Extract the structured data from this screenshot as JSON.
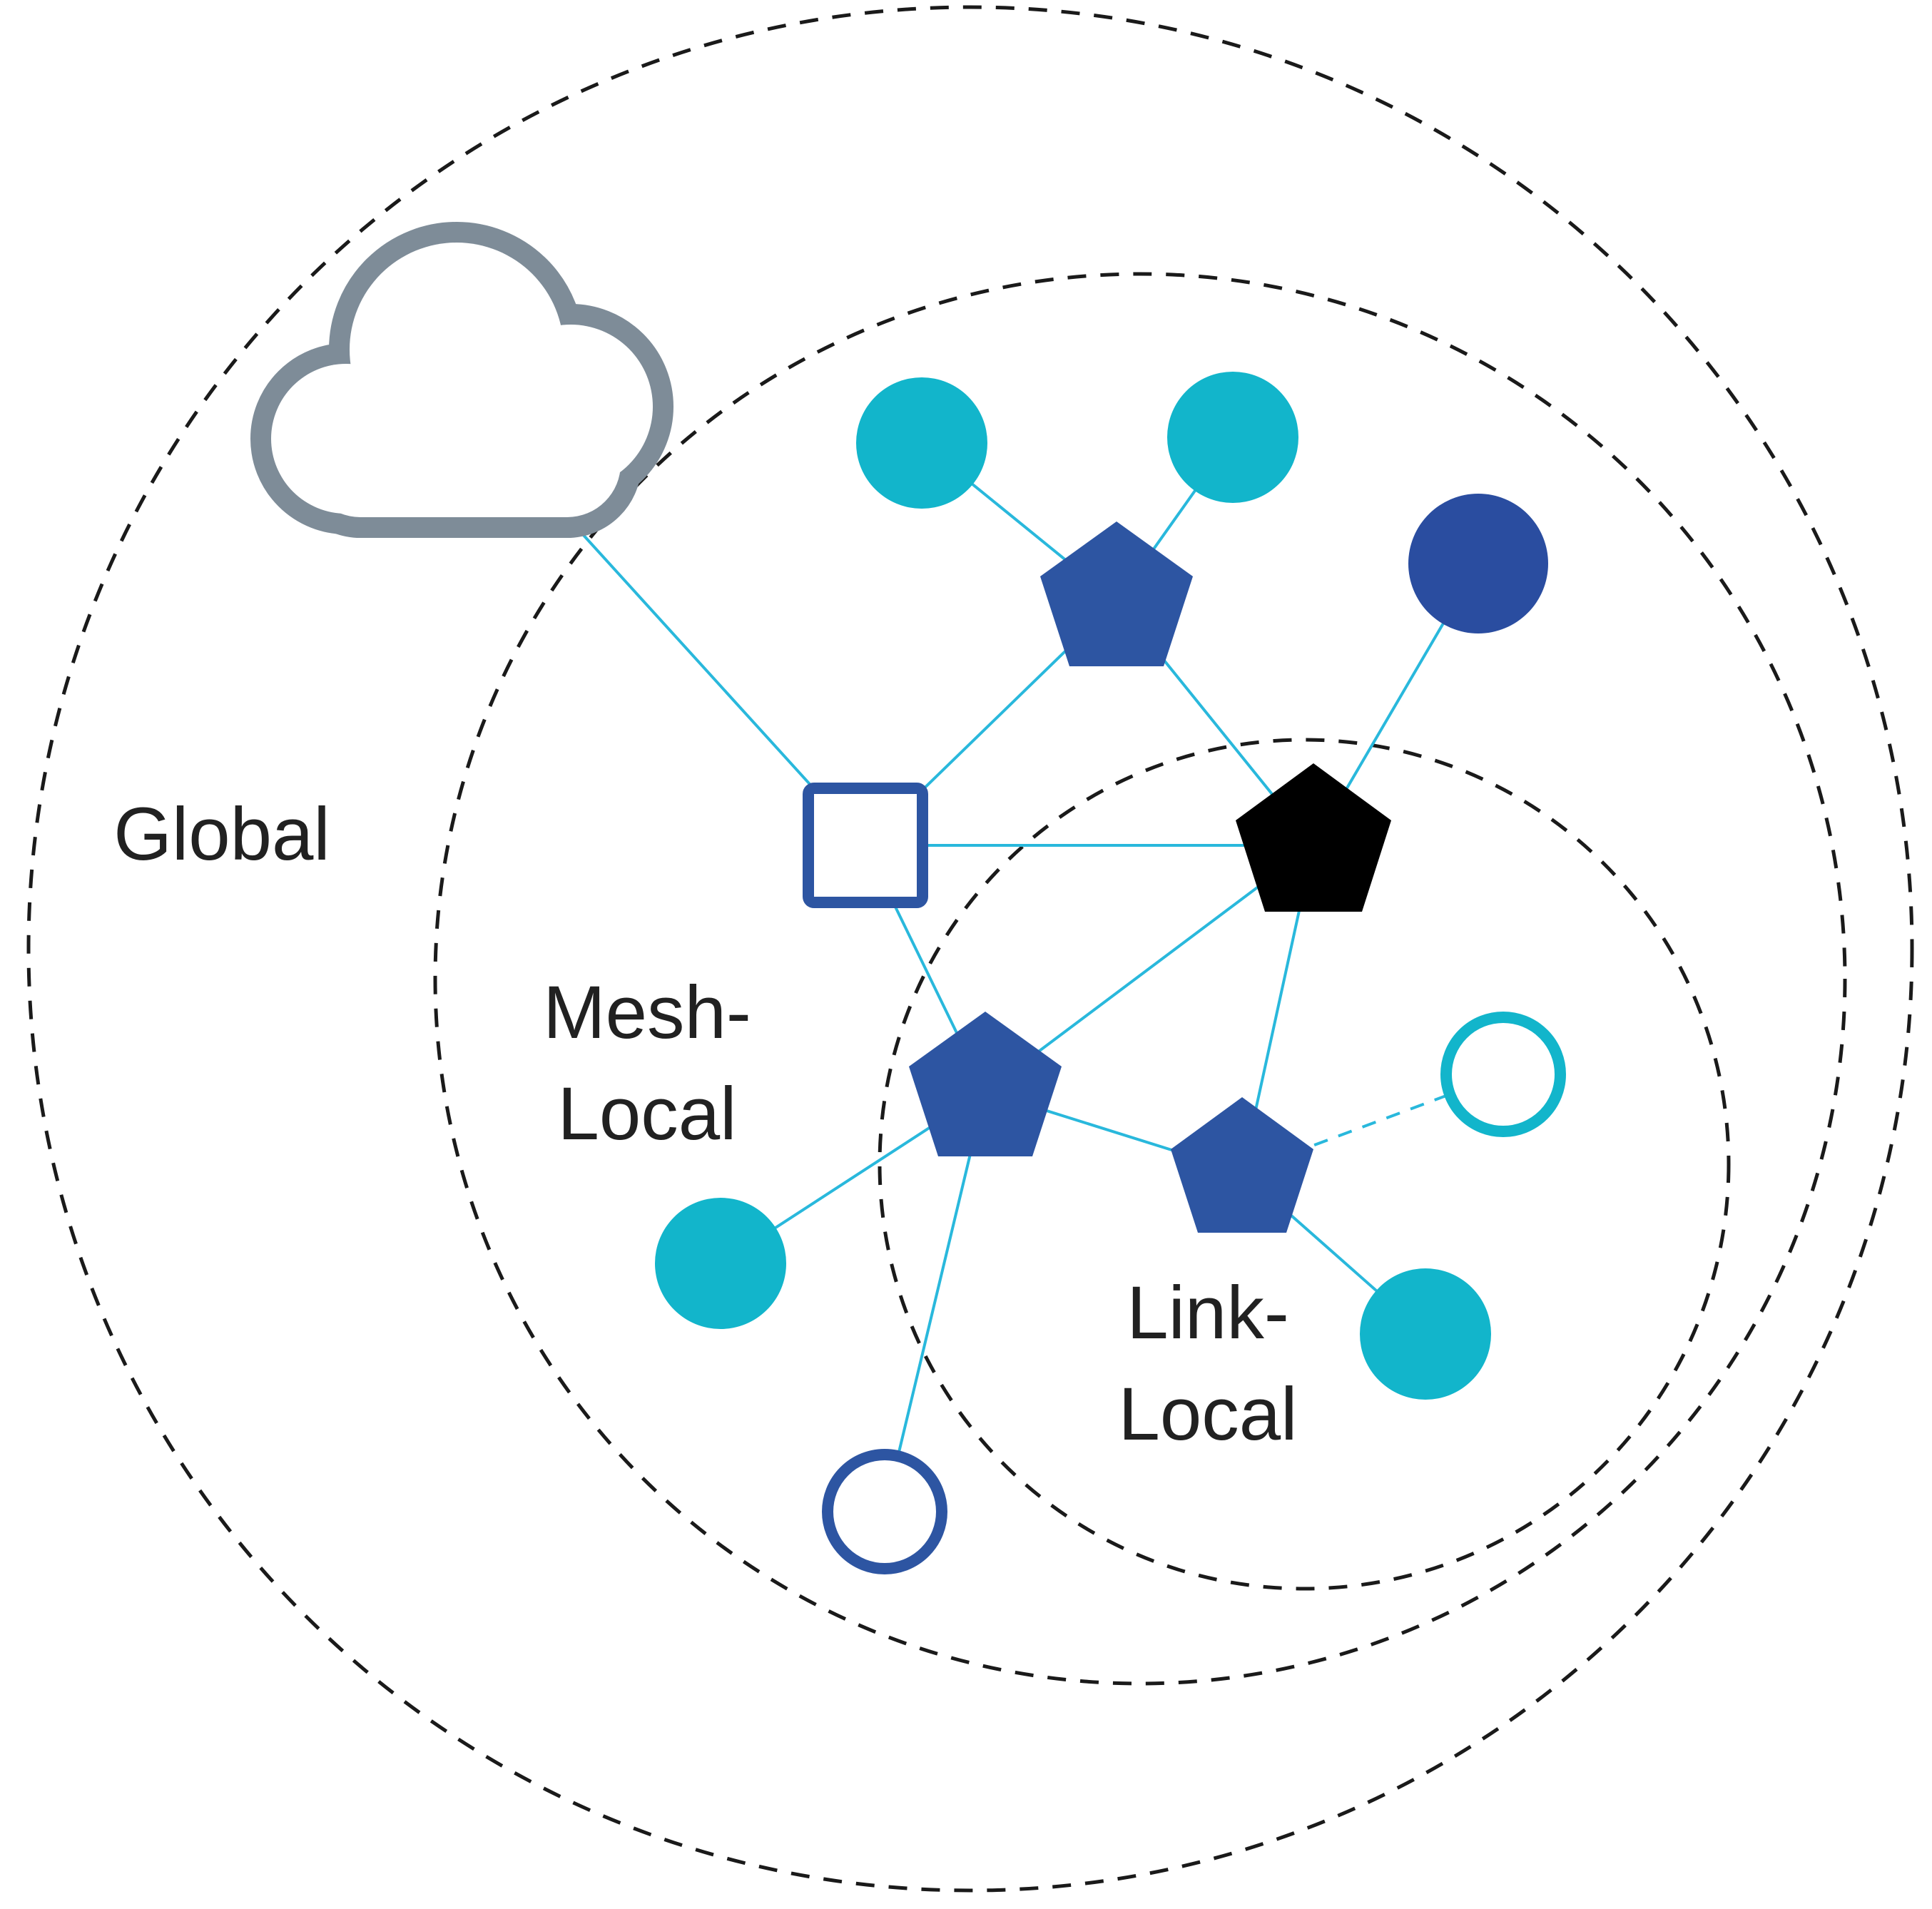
{
  "scopes": {
    "global": {
      "label": "Global"
    },
    "mesh_local": {
      "line1": "Mesh-",
      "line2": "Local"
    },
    "link_local": {
      "line1": "Link-",
      "line2": "Local"
    }
  },
  "colors": {
    "background": "#ffffff",
    "scope_ring": "#1a1a1a",
    "edge": "#29b8dc",
    "cloud_gray": "#7e8c98",
    "router_blue": "#2d55a2",
    "leader_black": "#000000",
    "device_cyan": "#12b5cb",
    "node_navy": "#2a4da0",
    "ring_fill": "#ffffff",
    "text": "#212121"
  },
  "icons": {
    "internet_cloud": "cloud-outline-shape",
    "border_router": "white-square-blue-border",
    "router": "blue-pentagon",
    "leader": "black-pentagon",
    "end_device": "cyan-filled-circle",
    "sleepy_end_device_cyan": "white-circle-cyan-ring",
    "sleepy_end_device_navy": "white-circle-navy-ring"
  }
}
